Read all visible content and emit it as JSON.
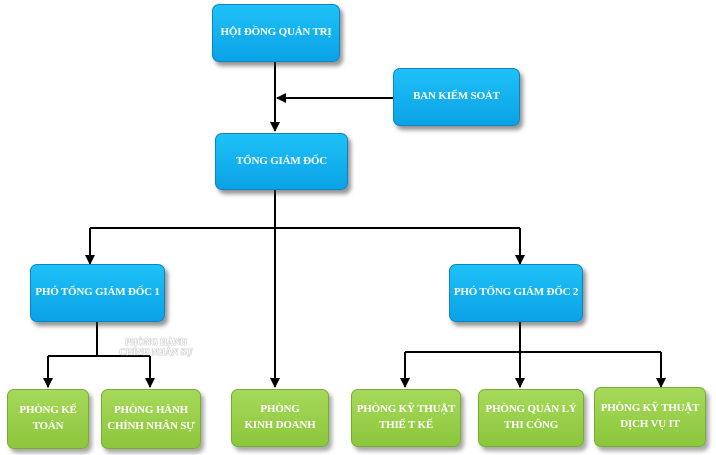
{
  "nodes": {
    "board": "HỘI ĐỒNG QUẢN TRỊ",
    "supervisory": "BAN KIỂM SOÁT",
    "ceo": "TỔNG GIÁM ĐỐC",
    "deputy1": "PHÓ TỔNG GIÁM ĐỐC 1",
    "deputy2": "PHÓ TỔNG GIÁM ĐỐC 2",
    "accounting": "PHÒNG KẾ\nTOÁN",
    "hr": "PHÒNG HÀNH\nCHÍNH NHÂN SỰ",
    "sales": "PHÒNG\nKINH DOANH",
    "design": "PHÒNG KỸ THUẬT\nTHIẾ T KẾ",
    "construction": "PHÒNG QUẢN LÝ\nTHI CÔNG",
    "it": "PHÒNG KỸ THUẬT\nDỊCH VỤ IT"
  },
  "ghost_label": "PHÒNG HÀNH\nCHÍNH NHÂN SỰ",
  "colors": {
    "primary_box": "#0aa2e6",
    "department_box": "#8cc63c",
    "connector": "#000000"
  }
}
